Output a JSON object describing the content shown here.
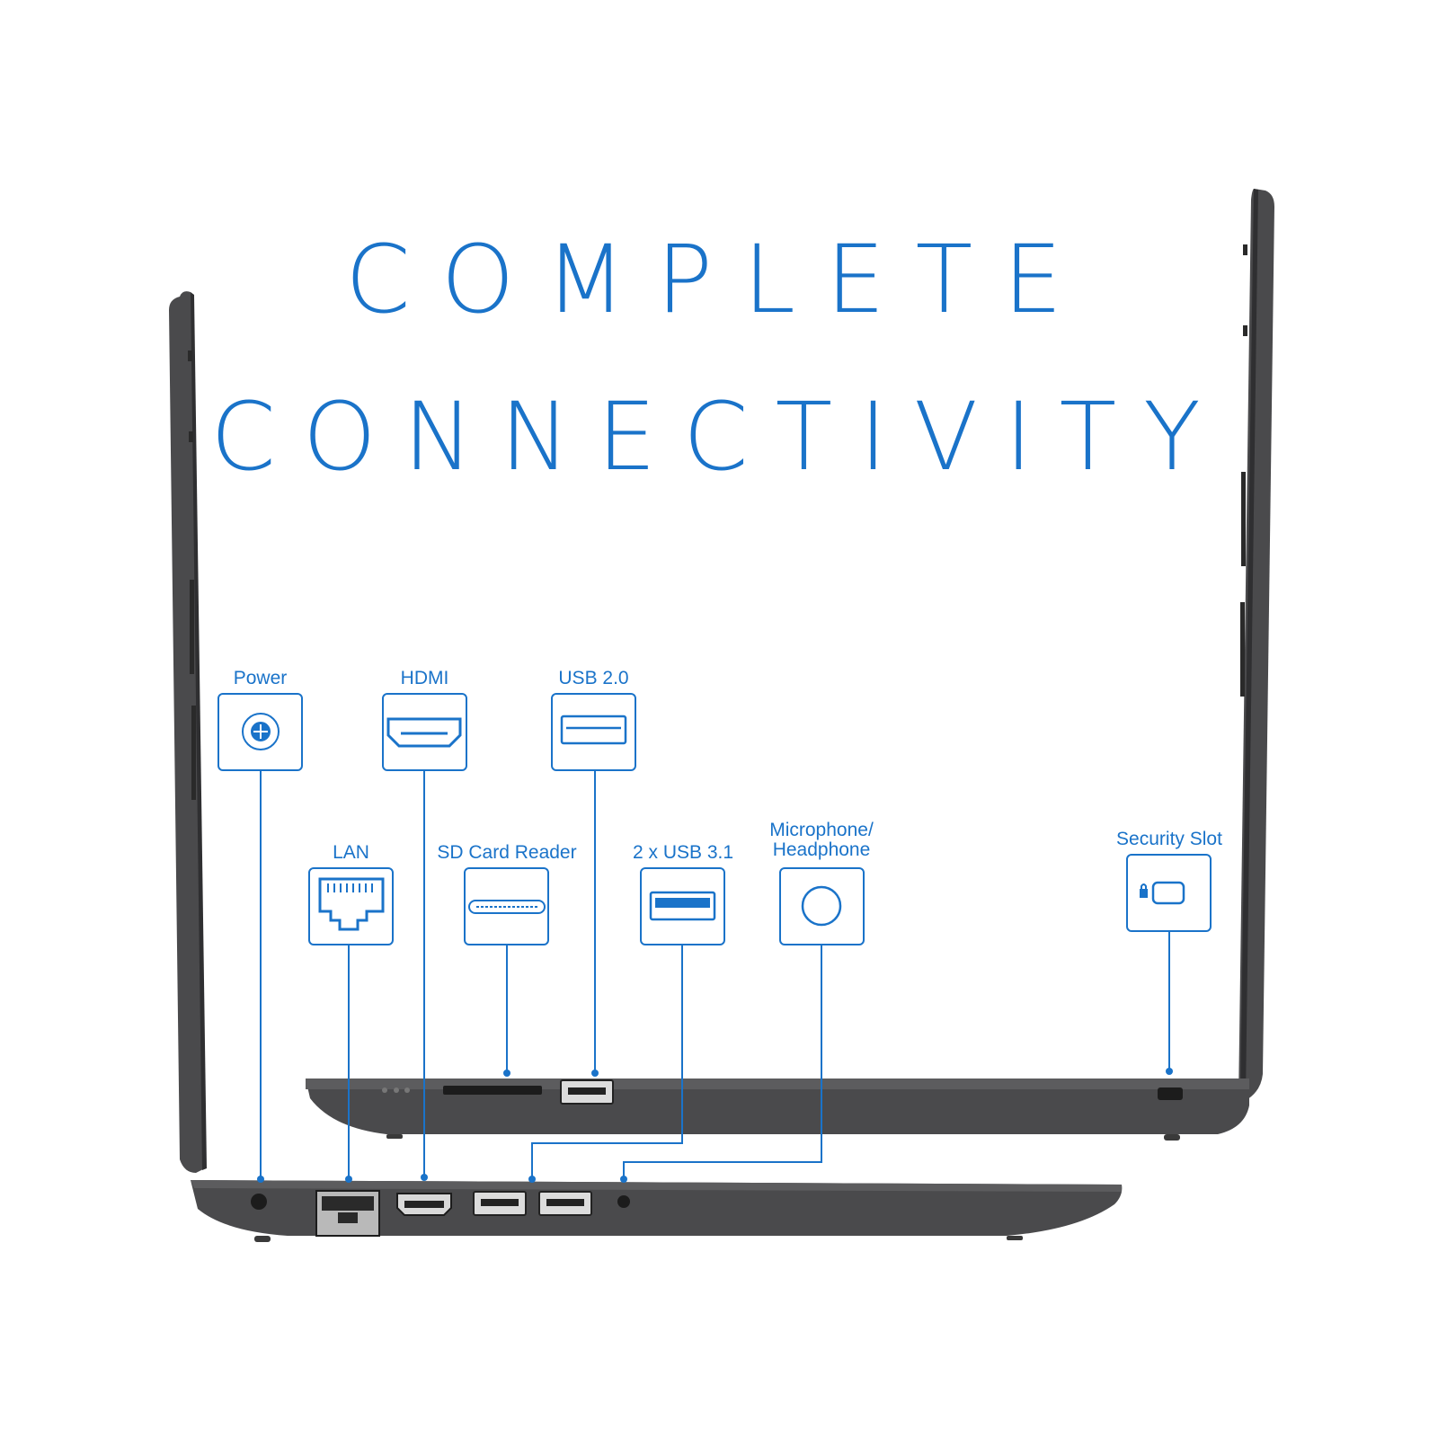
{
  "headline": {
    "line1": "COMPLETE",
    "line2": "CONNECTIVITY"
  },
  "ports": {
    "power": "Power",
    "hdmi": "HDMI",
    "usb20": "USB 2.0",
    "lan": "LAN",
    "sd": "SD Card Reader",
    "usb31": "2 x USB 3.1",
    "audio_line1": "Microphone/",
    "audio_line2": "Headphone",
    "security": "Security Slot"
  },
  "colors": {
    "accent": "#1a73c9",
    "laptop_body": "#4a4a4c",
    "laptop_edge": "#2f2f31"
  }
}
